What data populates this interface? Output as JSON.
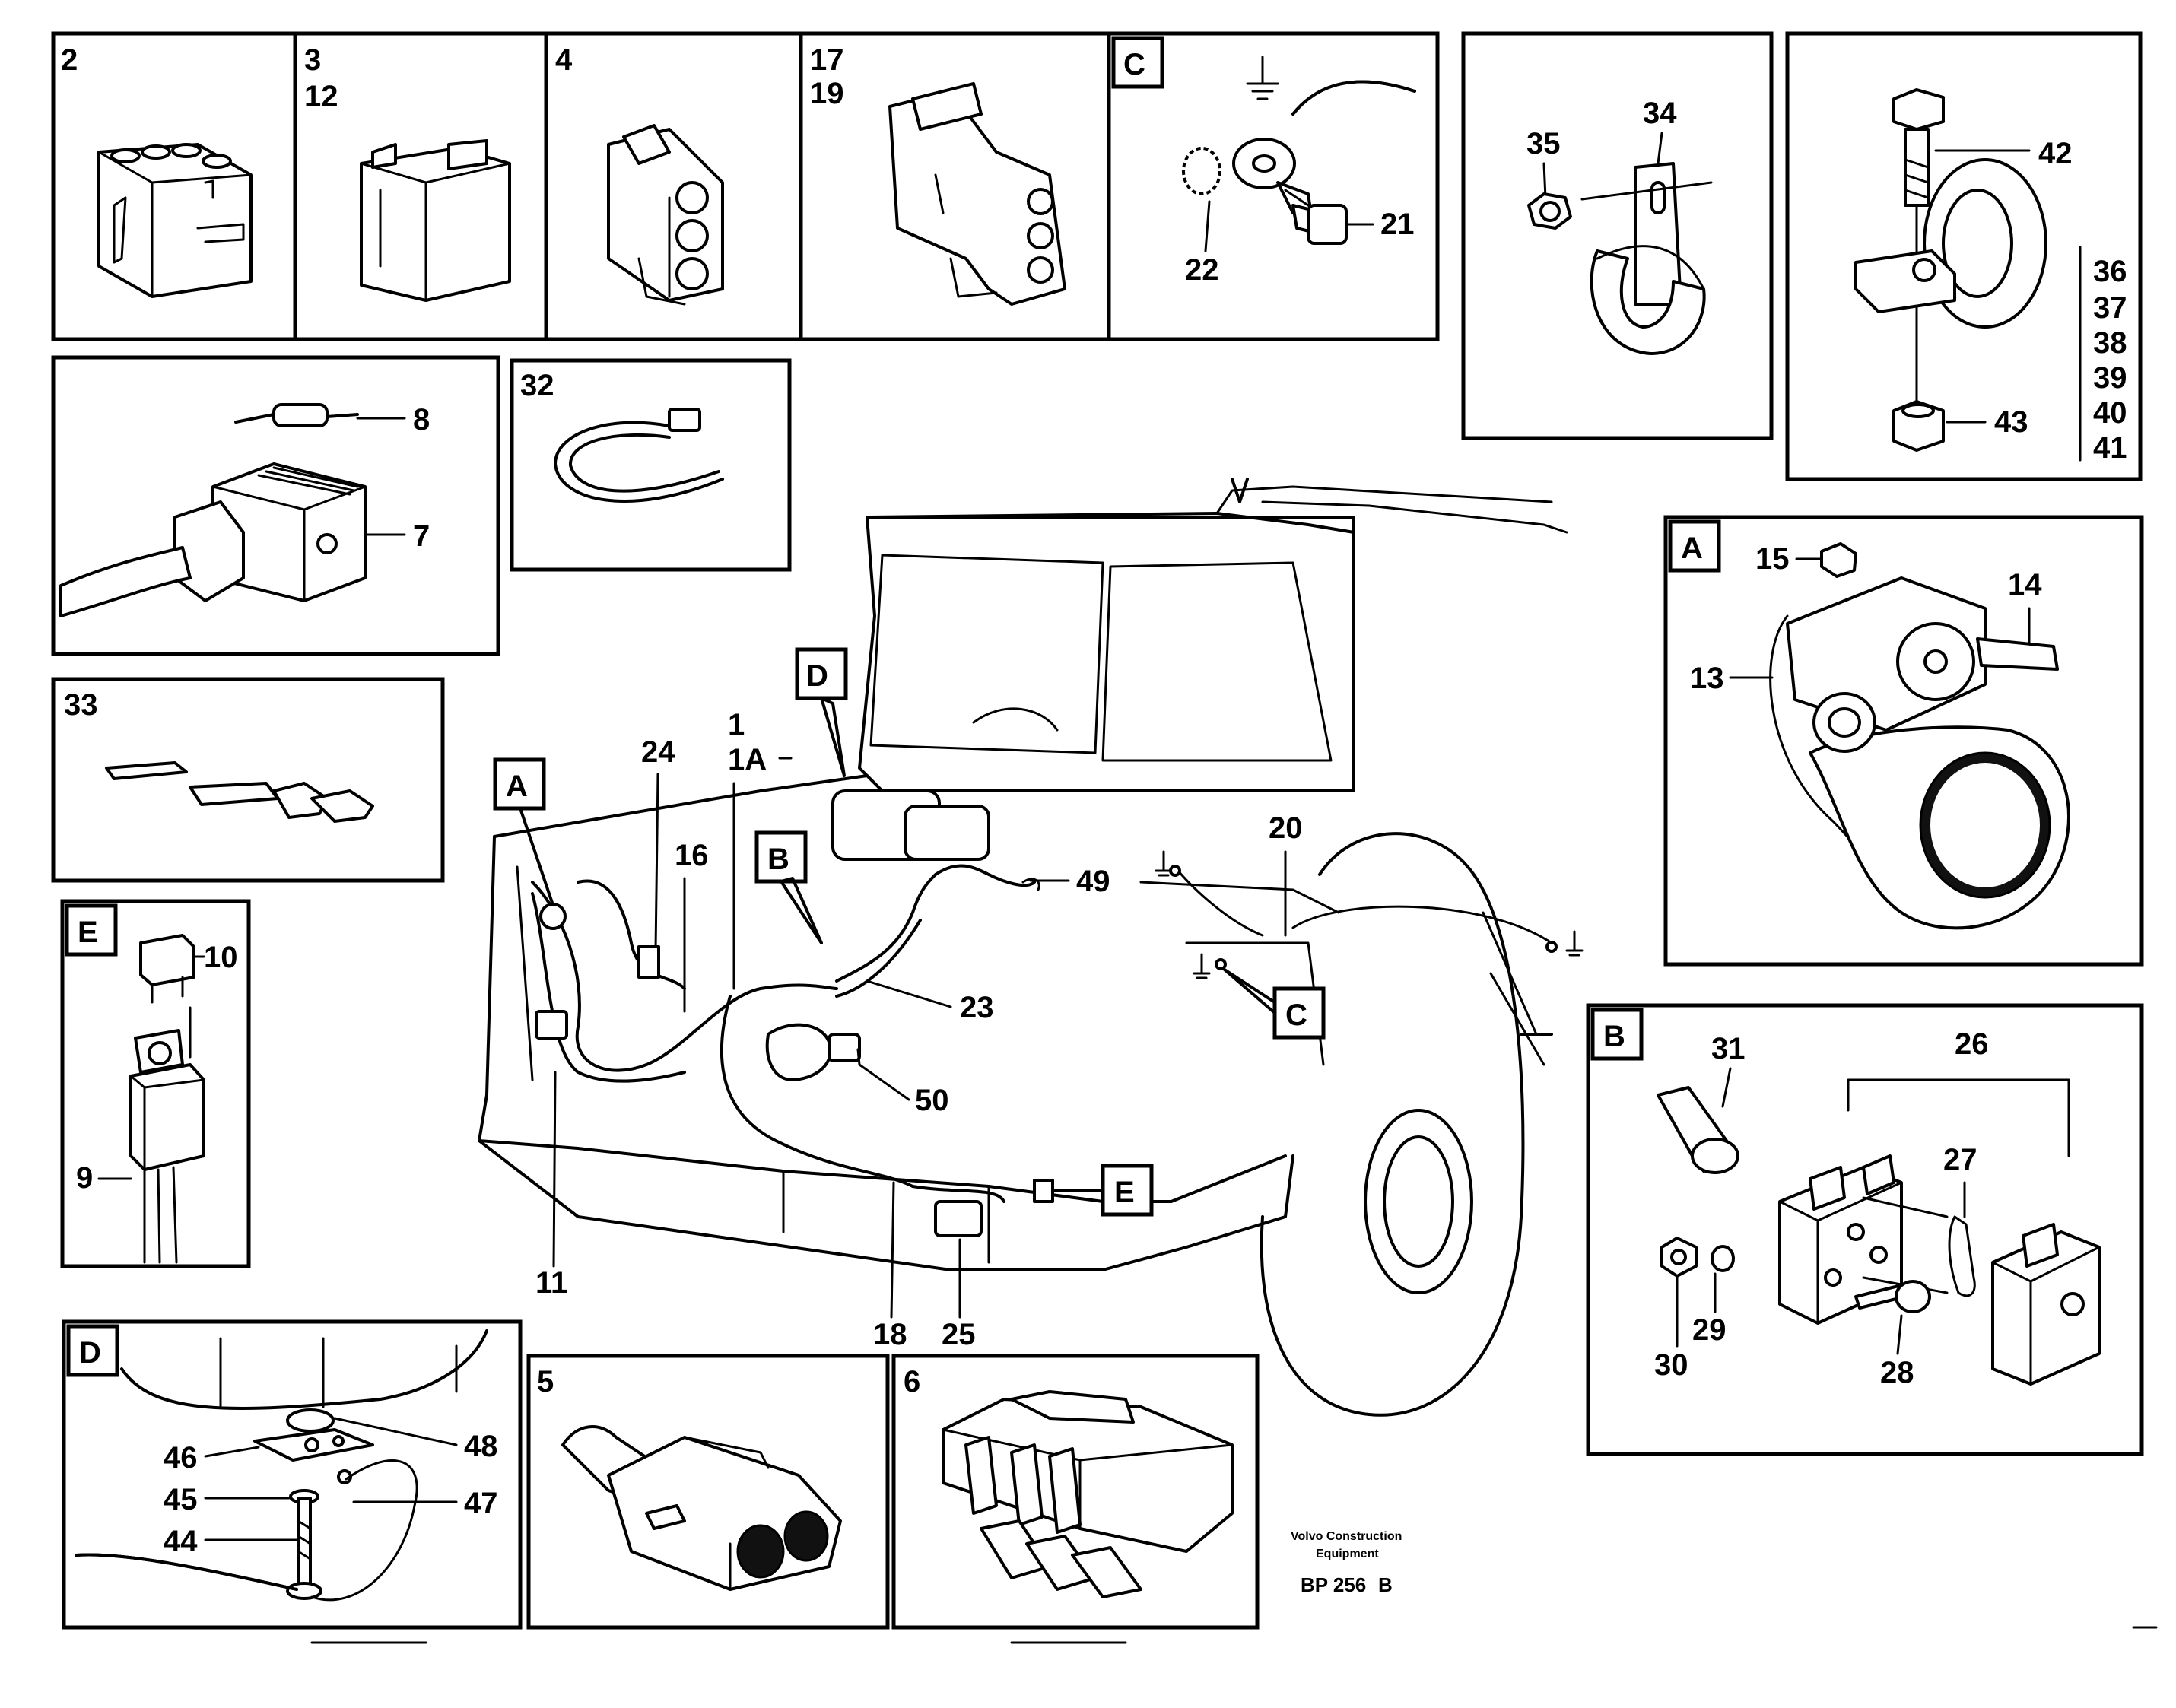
{
  "panels": {
    "p2": {
      "ids": [
        "2"
      ]
    },
    "p3": {
      "ids": [
        "3",
        "12"
      ]
    },
    "p4": {
      "ids": [
        "4"
      ]
    },
    "p17": {
      "ids": [
        "17",
        "19"
      ]
    },
    "pC": {
      "letter": "C",
      "parts": [
        "22",
        "21"
      ]
    },
    "p34": {
      "parts": [
        "35",
        "34"
      ]
    },
    "p42": {
      "parts": [
        "42",
        "36",
        "37",
        "38",
        "39",
        "40",
        "41",
        "43"
      ]
    },
    "p7": {
      "parts": [
        "8",
        "7"
      ]
    },
    "p32": {
      "ids": [
        "32"
      ]
    },
    "p33": {
      "ids": [
        "33"
      ]
    },
    "pA": {
      "letter": "A",
      "parts": [
        "15",
        "14",
        "13"
      ]
    },
    "pE": {
      "letter": "E",
      "parts": [
        "10",
        "9"
      ]
    },
    "pB": {
      "letter": "B",
      "parts": [
        "31",
        "26",
        "27",
        "30",
        "29",
        "28"
      ]
    },
    "pD": {
      "letter": "D",
      "parts": [
        "48",
        "46",
        "45",
        "47",
        "44"
      ]
    },
    "p5": {
      "ids": [
        "5"
      ]
    },
    "p6": {
      "ids": [
        "6"
      ]
    }
  },
  "main": {
    "callouts": [
      "A",
      "D",
      "B",
      "C",
      "E"
    ],
    "parts": [
      "24",
      "1",
      "1A",
      "16",
      "49",
      "20",
      "23",
      "50",
      "11",
      "18",
      "25"
    ]
  },
  "footer": {
    "maker_line1": "Volvo Construction",
    "maker_line2": "Equipment",
    "drawing_no": "BP 256",
    "revision": "B"
  }
}
